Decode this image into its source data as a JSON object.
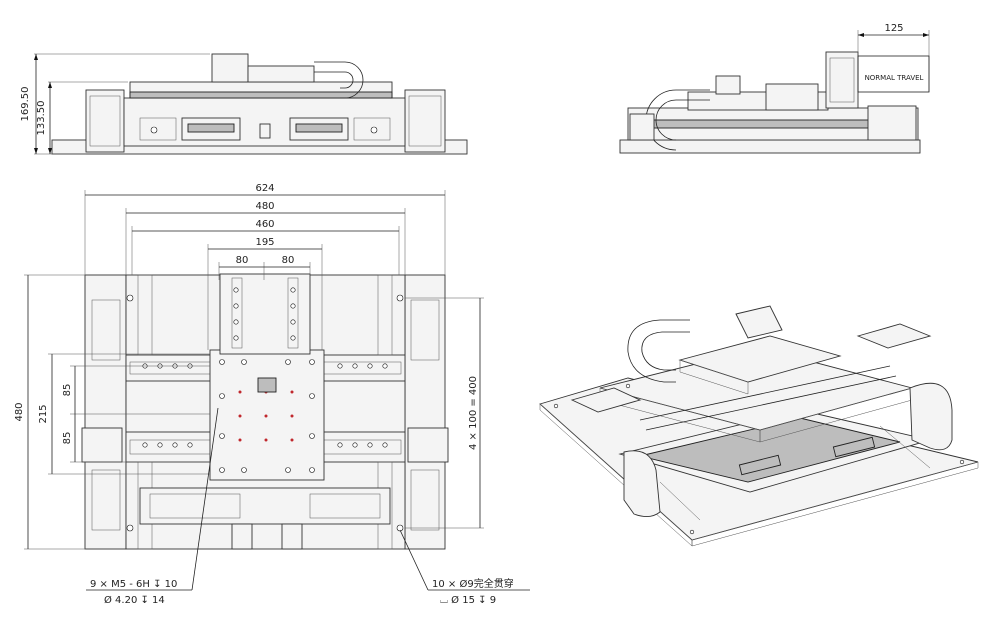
{
  "front_view": {
    "dims": {
      "h_total": "169.50",
      "h_body": "133.50"
    }
  },
  "side_view": {
    "dims": {
      "travel_value": "125",
      "travel_label": "NORMAL TRAVEL"
    }
  },
  "top_view": {
    "dims": {
      "w_overall": "624",
      "w_480": "480",
      "w_460": "460",
      "w_195": "195",
      "w_80a": "80",
      "w_80b": "80",
      "h_480": "480",
      "h_215": "215",
      "h_85a": "85",
      "h_85b": "85",
      "h_pitch": "4 × 100 = 400"
    },
    "callouts": {
      "tap_line1": "9 × M5 - 6H ↧ 10",
      "tap_line2": "Ø 4.20 ↧ 14",
      "cbore_line1": "10 × Ø9完全贯穿",
      "cbore_line2": "⌴ Ø 15 ↧ 9"
    }
  },
  "colors": {
    "line": "#222222",
    "accent": "#c0282d",
    "fill": "#f4f4f4"
  }
}
